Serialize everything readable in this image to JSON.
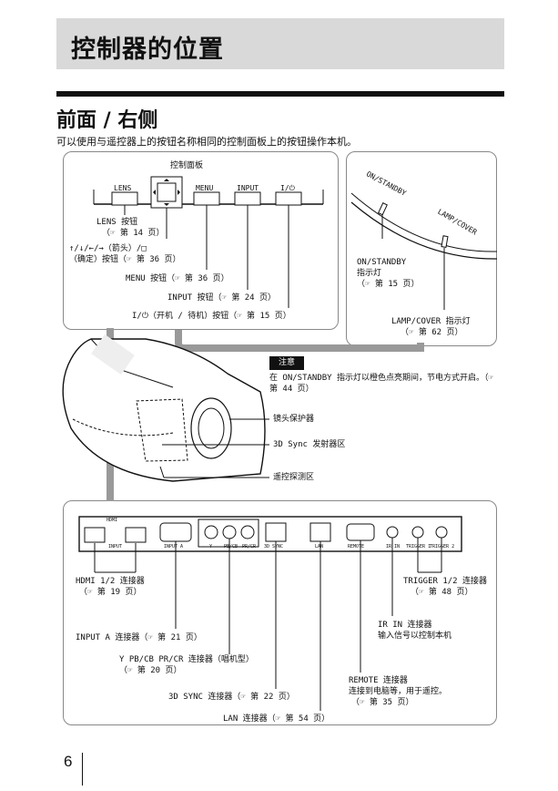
{
  "header": {
    "title": "控制器的位置"
  },
  "section": {
    "title": "前面 / 右侧",
    "intro": "可以使用与遥控器上的按钮名称相同的控制面板上的按钮操作本机。"
  },
  "control_panel": {
    "title": "控制面板",
    "button_labels": [
      "LENS",
      "MENU",
      "INPUT",
      "I/⏻"
    ],
    "callouts": {
      "lens": [
        "LENS 按钮",
        "（☞ 第 14 页）"
      ],
      "arrows": [
        "↑/↓/←/→（箭头）/□",
        "（确定）按钮（☞ 第 36 页）"
      ],
      "menu": "MENU 按钮（☞ 第 36 页）",
      "input": "INPUT 按钮（☞ 第 24 页）",
      "power": "I/⏻（开机 / 待机）按钮（☞ 第 15 页）"
    }
  },
  "indicators": {
    "arc_label_standby": "ON/STANDBY",
    "arc_label_lamp": "LAMP/COVER",
    "standby": [
      "ON/STANDBY",
      "指示灯",
      "（☞ 第 15 页）"
    ],
    "lamp": [
      "LAMP/COVER 指示灯",
      "（☞ 第 62 页）"
    ]
  },
  "note": {
    "tag": "注意",
    "text": "在 ON/STANDBY 指示灯以橙色点亮期间，节电方式开启。（☞ 第 44 页）"
  },
  "projector_callouts": {
    "lens_cover": "镜头保护器",
    "sync_emitter": "3D Sync 发射器区",
    "remote_sensor": "遥控探测区"
  },
  "rear_panel": {
    "port_labels": [
      "HDMI",
      "INPUT",
      "INPUT A",
      "Y",
      "PB/CB",
      "PR/CR",
      "3D SYNC",
      "LAN",
      "REMOTE",
      "IR IN",
      "TRIGGER 1",
      "TRIGGER 2"
    ],
    "callouts": {
      "hdmi": [
        "HDMI 1/2 连接器",
        "（☞ 第 19 页）"
      ],
      "trigger": [
        "TRIGGER 1/2 连接器",
        "（☞ 第 48 页）"
      ],
      "input_a": "INPUT A 连接器（☞ 第 21 页）",
      "ir_in": [
        "IR IN 连接器",
        "输入信号以控制本机"
      ],
      "ypbpr": [
        "Y PB/CB PR/CR 连接器（唱机型）",
        "（☞ 第 20 页）"
      ],
      "remote": [
        "REMOTE 连接器",
        "连接到电脑等，用于遥控。",
        "（☞ 第 35 页）"
      ],
      "sync3d": "3D SYNC 连接器（☞ 第 22 页）",
      "lan": "LAN 连接器（☞ 第 54 页）"
    }
  },
  "page": {
    "number": "6"
  }
}
